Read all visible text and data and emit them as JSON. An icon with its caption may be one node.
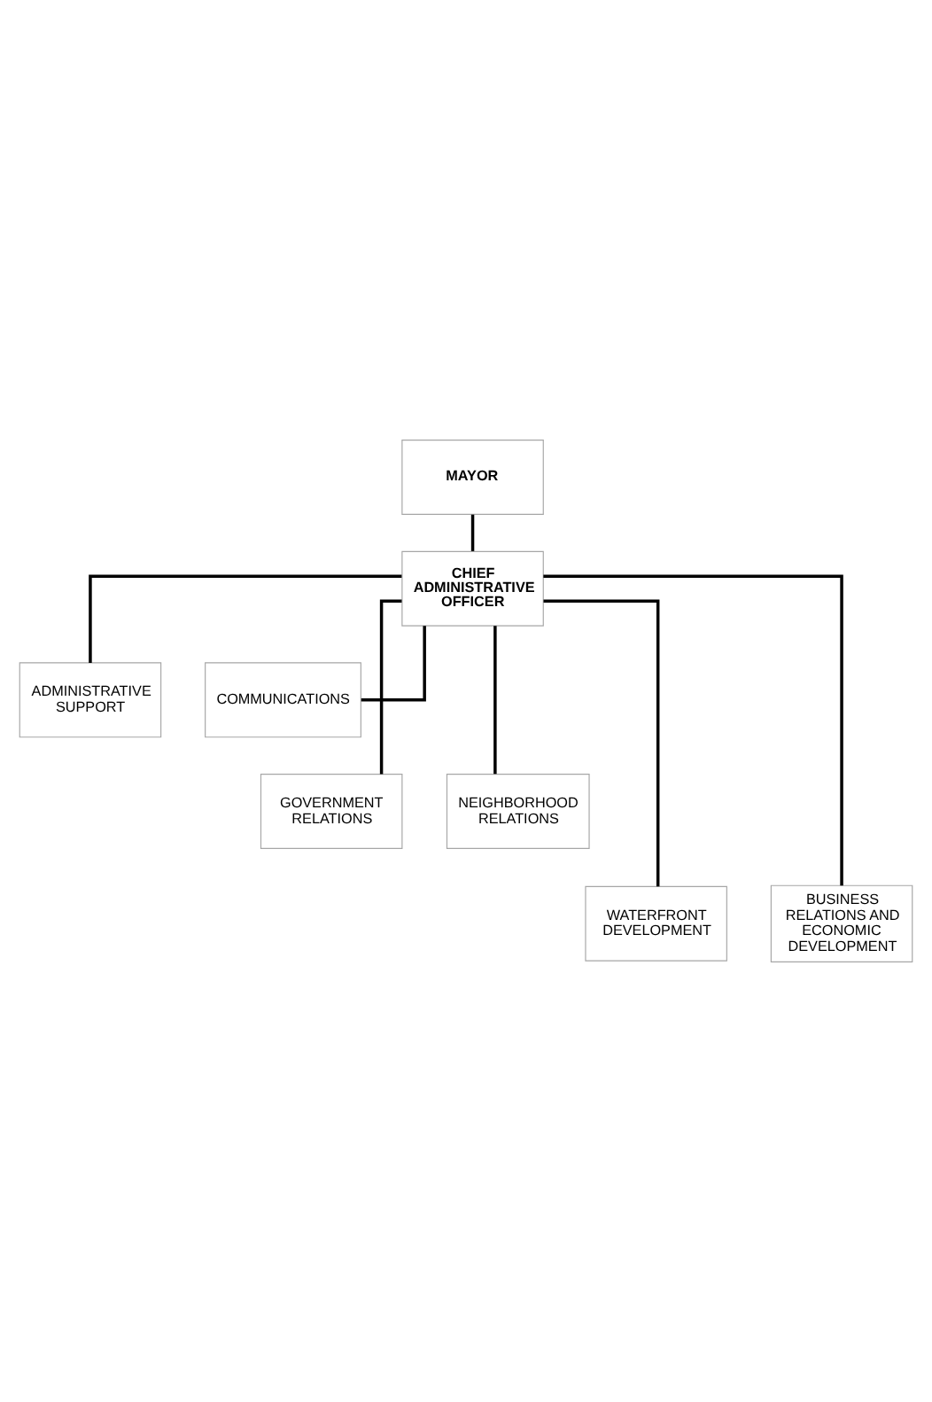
{
  "diagram": {
    "nodes": [
      {
        "text": [
          "MAYOR"
        ]
      },
      {
        "text": [
          "CHIEF ADMINISTRATIVE OFFICER"
        ]
      },
      {
        "text": [
          "ADMINISTRATIVE SUPPORT"
        ]
      },
      {
        "text": [
          "COMMUNICATIONS"
        ]
      },
      {
        "text": [
          "GOVERNMENT RELATIONS"
        ]
      },
      {
        "text": [
          "NEIGHBORHOOD RELATIONS"
        ]
      },
      {
        "text": [
          "WATERFRONT DEVELOPMENT"
        ]
      },
      {
        "text": [
          "BUSINESS RELATIONS AND ECONOMIC DEVELOPMENT"
        ]
      }
    ],
    "edges": [
      {
        "from": 0,
        "to": 1,
        "arrow": "none"
      },
      {
        "from": 1,
        "to": 2,
        "arrow": "none"
      },
      {
        "from": 1,
        "to": 3,
        "arrow": "none"
      },
      {
        "from": 1,
        "to": 4,
        "arrow": "none"
      },
      {
        "from": 1,
        "to": 5,
        "arrow": "none"
      },
      {
        "from": 1,
        "to": 6,
        "arrow": "none"
      },
      {
        "from": 1,
        "to": 7,
        "arrow": "none"
      }
    ]
  }
}
